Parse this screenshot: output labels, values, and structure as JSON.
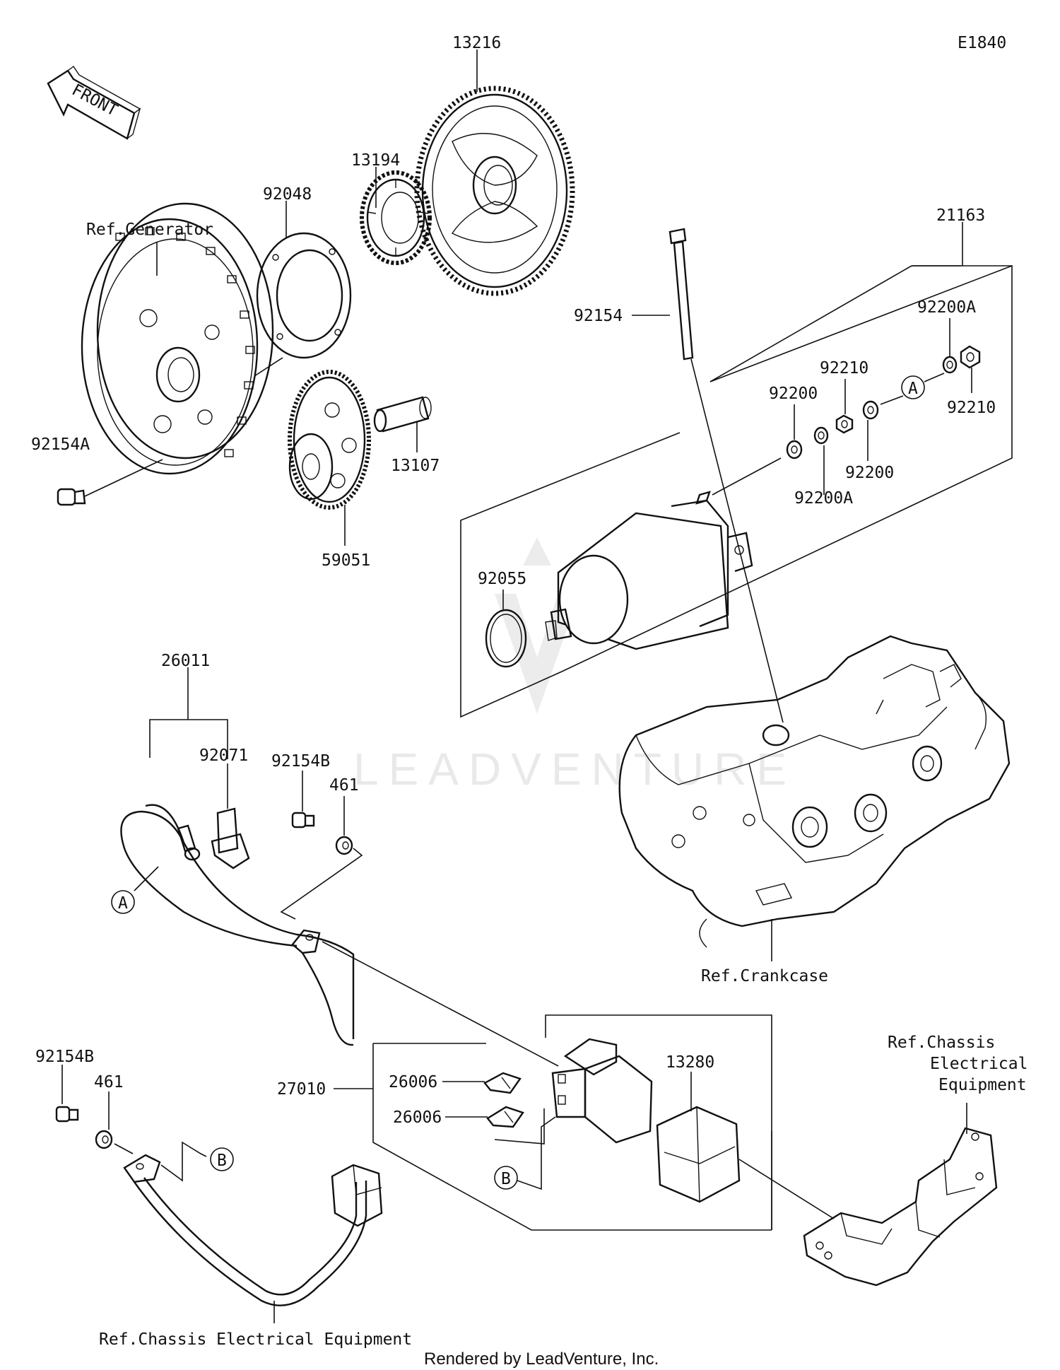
{
  "diagram_code": "E1840",
  "front_label": "FRONT",
  "watermark": "LEADVENTURE",
  "footer": "Rendered by LeadVenture, Inc.",
  "parts": {
    "p13216": "13216",
    "p13194": "13194",
    "p92048": "92048",
    "ref_generator": "Ref.Generator",
    "p21163": "21163",
    "p92154": "92154",
    "p92200A_top": "92200A",
    "p92210_a": "92210",
    "p92200_a": "92200",
    "p92210_b": "92210",
    "p92200_b": "92200",
    "p92200A_b": "92200A",
    "p92154A": "92154A",
    "p13107": "13107",
    "p59051": "59051",
    "p92055": "92055",
    "p26011": "26011",
    "p92071": "92071",
    "p92154B_a": "92154B",
    "p461_a": "461",
    "ref_crankcase": "Ref.Crankcase",
    "p92154B_b": "92154B",
    "p461_b": "461",
    "p27010": "27010",
    "p26006_a": "26006",
    "p26006_b": "26006",
    "p13280": "13280",
    "ref_chassis_1": "Ref.Chassis",
    "ref_chassis_2": "Electrical",
    "ref_chassis_3": "Equipment",
    "ref_chassis_bottom": "Ref.Chassis Electrical Equipment"
  },
  "callouts": {
    "a_right": "A",
    "a_left": "A",
    "b_left": "B",
    "b_center": "B"
  }
}
